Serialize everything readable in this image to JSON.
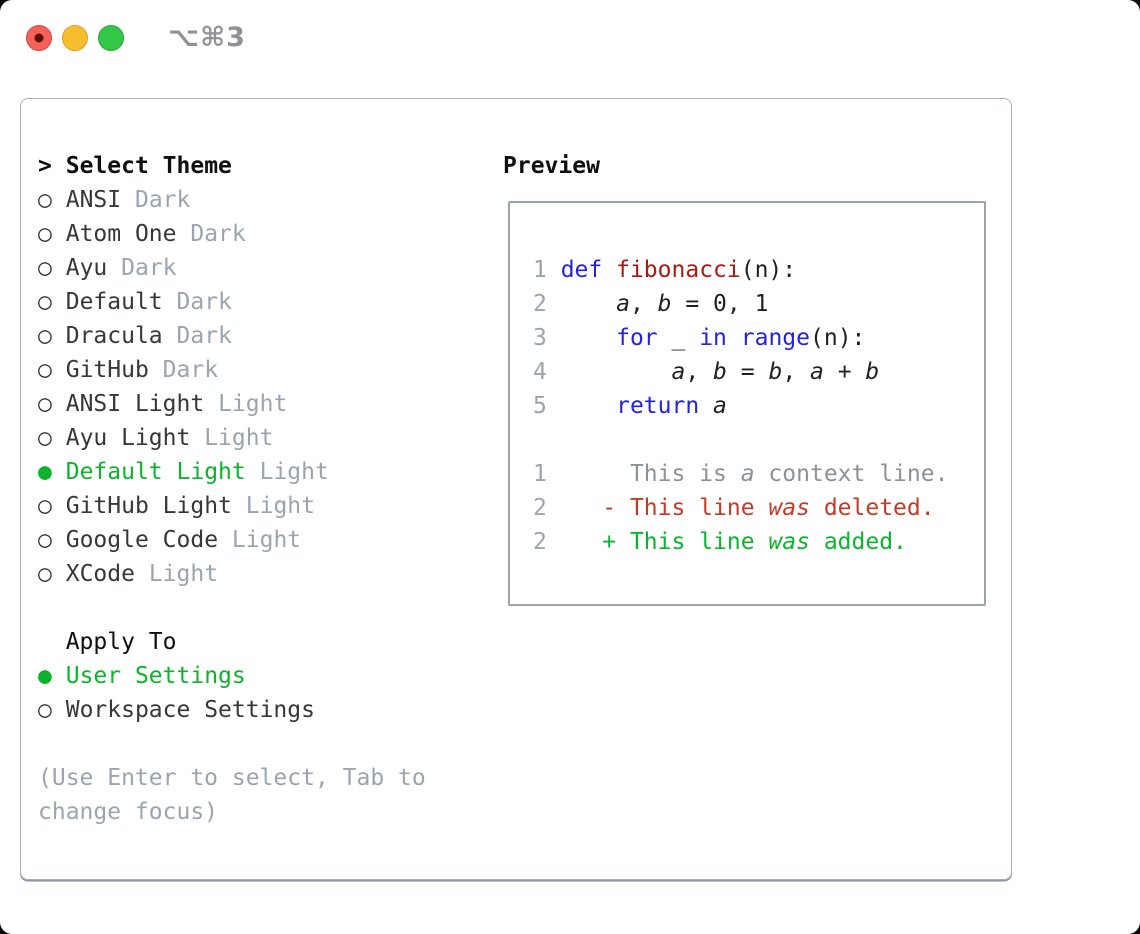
{
  "titlebar": {
    "shortcut": "⌥⌘3",
    "buttons": [
      {
        "name": "close",
        "unsaved_dot": true
      },
      {
        "name": "minimize",
        "unsaved_dot": false
      },
      {
        "name": "zoom",
        "unsaved_dot": false
      }
    ]
  },
  "theme_selector": {
    "cursor": ">",
    "header": "Select Theme",
    "items": [
      {
        "name": "ANSI",
        "variant": "Dark",
        "selected": false
      },
      {
        "name": "Atom One",
        "variant": "Dark",
        "selected": false
      },
      {
        "name": "Ayu",
        "variant": "Dark",
        "selected": false
      },
      {
        "name": "Default",
        "variant": "Dark",
        "selected": false
      },
      {
        "name": "Dracula",
        "variant": "Dark",
        "selected": false
      },
      {
        "name": "GitHub",
        "variant": "Dark",
        "selected": false
      },
      {
        "name": "ANSI Light",
        "variant": "Light",
        "selected": false
      },
      {
        "name": "Ayu Light",
        "variant": "Light",
        "selected": false
      },
      {
        "name": "Default Light",
        "variant": "Light",
        "selected": true
      },
      {
        "name": "GitHub Light",
        "variant": "Light",
        "selected": false
      },
      {
        "name": "Google Code",
        "variant": "Light",
        "selected": false
      },
      {
        "name": "XCode",
        "variant": "Light",
        "selected": false
      }
    ],
    "bullet_unselected": "○",
    "bullet_selected": "●"
  },
  "apply_to": {
    "header": "Apply To",
    "options": [
      {
        "label": "User Settings",
        "selected": true
      },
      {
        "label": "Workspace Settings",
        "selected": false
      }
    ]
  },
  "hint_lines": [
    "(Use Enter to select, Tab to",
    "change focus)"
  ],
  "preview": {
    "header": "Preview",
    "lines": [
      {
        "num": "1",
        "segments": [
          {
            "t": "def",
            "c": "kw"
          },
          {
            "t": " "
          },
          {
            "t": "fibonacci",
            "c": "fn"
          },
          {
            "t": "(n):"
          }
        ]
      },
      {
        "num": "2",
        "segments": [
          {
            "t": "    "
          },
          {
            "t": "a",
            "i": true
          },
          {
            "t": ", "
          },
          {
            "t": "b",
            "i": true
          },
          {
            "t": " = 0, 1"
          }
        ]
      },
      {
        "num": "3",
        "segments": [
          {
            "t": "    "
          },
          {
            "t": "for",
            "c": "kw"
          },
          {
            "t": " _ "
          },
          {
            "t": "in",
            "c": "kw"
          },
          {
            "t": " "
          },
          {
            "t": "range",
            "c": "kw"
          },
          {
            "t": "(n):"
          }
        ]
      },
      {
        "num": "4",
        "segments": [
          {
            "t": "        "
          },
          {
            "t": "a",
            "i": true
          },
          {
            "t": ", "
          },
          {
            "t": "b",
            "i": true
          },
          {
            "t": " = "
          },
          {
            "t": "b",
            "i": true
          },
          {
            "t": ", "
          },
          {
            "t": "a",
            "i": true
          },
          {
            "t": " + "
          },
          {
            "t": "b",
            "i": true
          }
        ]
      },
      {
        "num": "5",
        "segments": [
          {
            "t": "    "
          },
          {
            "t": "return",
            "c": "kw"
          },
          {
            "t": " "
          },
          {
            "t": "a",
            "i": true
          }
        ]
      },
      {
        "num": "",
        "segments": []
      },
      {
        "num": "1",
        "segments": [
          {
            "t": "     This is ",
            "c": "ctx"
          },
          {
            "t": "a",
            "c": "ctx",
            "i": true
          },
          {
            "t": " context line.",
            "c": "ctx"
          }
        ]
      },
      {
        "num": "2",
        "segments": [
          {
            "t": "   - This line ",
            "c": "del"
          },
          {
            "t": "was",
            "c": "del",
            "i": true
          },
          {
            "t": " deleted.",
            "c": "del"
          }
        ]
      },
      {
        "num": "2",
        "segments": [
          {
            "t": "   + This line ",
            "c": "add"
          },
          {
            "t": "was",
            "c": "add",
            "i": true
          },
          {
            "t": " added.",
            "c": "add"
          }
        ]
      }
    ]
  },
  "colors": {
    "accent_green": "#0db32d",
    "muted_gray": "#9ba4af",
    "text_dark": "#34383c",
    "heading_black": "#0d0f10",
    "keyword_blue": "#2323dc",
    "function_red": "#a81b10",
    "diff_deleted_red": "#c43a27",
    "diff_added_green": "#0db32d",
    "line_number_gray": "#9ba4af",
    "content_border_gray": "#a8afba",
    "preview_border_gray": "#9aa2ad",
    "traffic_close_red": "#f4605a",
    "traffic_minimize_yellow": "#f6bd2f",
    "traffic_zoom_green": "#33c748",
    "shortcut_gray": "#8f9296"
  }
}
